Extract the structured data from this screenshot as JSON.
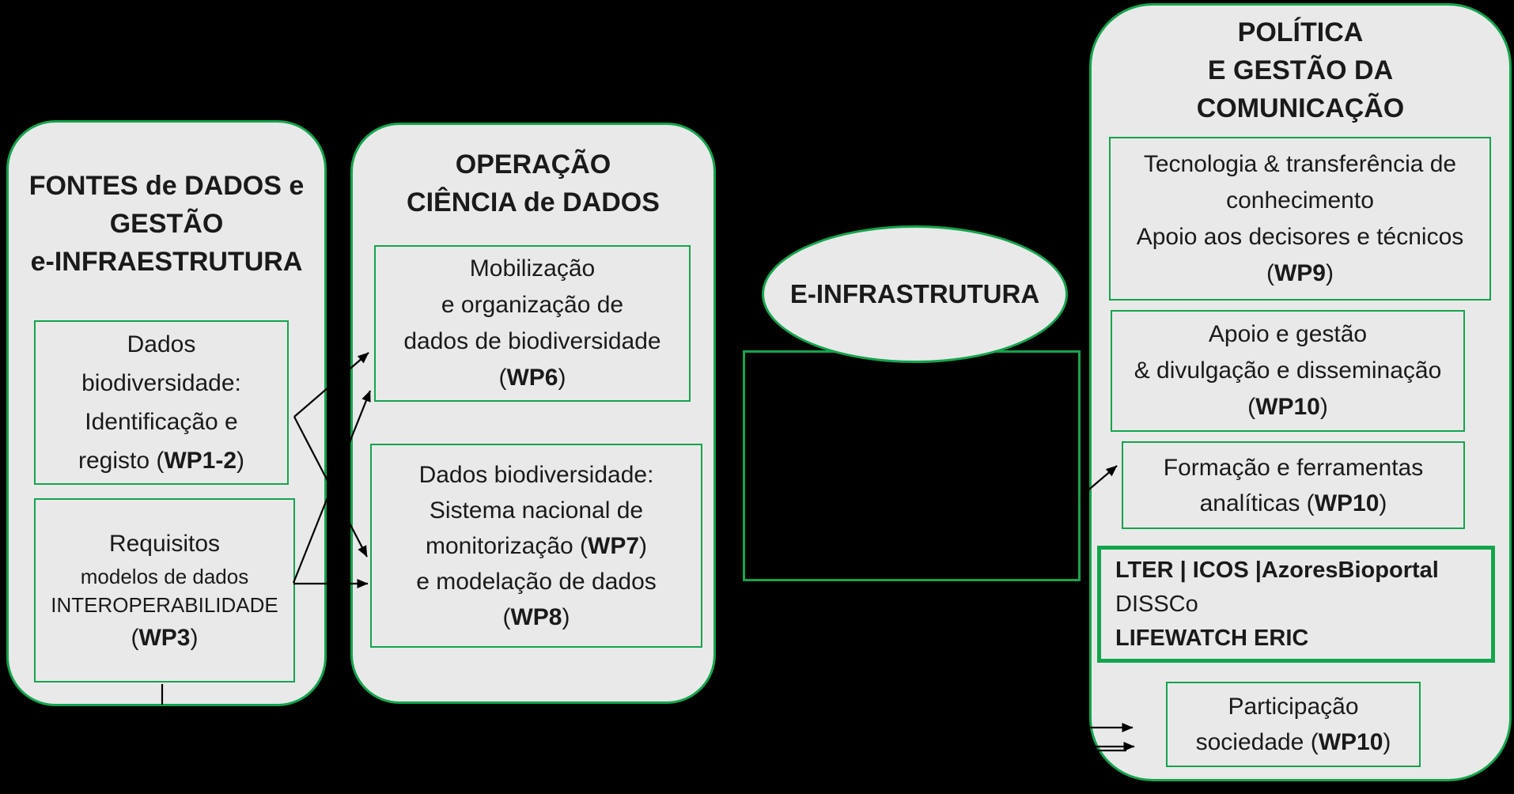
{
  "colors": {
    "background": "#000000",
    "panel_fill": "#E9E9E9",
    "border_green": "#14A44D",
    "text": "#1A1A1A",
    "connector": "#000000"
  },
  "left_panel": {
    "title": [
      "FONTES de DADOS e",
      "GESTÃO",
      "e-INFRAESTRUTURA"
    ],
    "box_wp12": {
      "lines": [
        {
          "pre": "Dados"
        },
        {
          "pre": "biodiversidade:"
        },
        {
          "pre": "Identificação e"
        },
        {
          "pre": "registo (",
          "bold": "WP1-2",
          "post": ")"
        }
      ]
    },
    "box_wp3": {
      "lines": [
        {
          "pre": "Requisitos"
        },
        {
          "pre": "modelos de dados"
        },
        {
          "pre": "INTEROPERABILIDADE"
        },
        {
          "pre": "(",
          "bold": "WP3",
          "post": ")"
        }
      ]
    }
  },
  "middle_panel": {
    "title": [
      "OPERAÇÃO",
      "CIÊNCIA de DADOS"
    ],
    "box_wp6": {
      "lines": [
        {
          "pre": "Mobilização"
        },
        {
          "pre": "e organização de"
        },
        {
          "pre": "dados de biodiversidade"
        },
        {
          "pre": "(",
          "bold": "WP6",
          "post": ")"
        }
      ]
    },
    "box_wp78": {
      "lines": [
        {
          "pre": "Dados biodiversidade:"
        },
        {
          "pre": "Sistema nacional de"
        },
        {
          "pre": "monitorização (",
          "bold": "WP7",
          "post": ")"
        },
        {
          "pre": "e modelação de dados"
        },
        {
          "pre": "(",
          "bold": "WP8",
          "post": ")"
        }
      ]
    }
  },
  "center": {
    "ellipse_label": "E-INFRASTRUTURA"
  },
  "right_panel": {
    "title": [
      "POLÍTICA",
      "E GESTÃO DA",
      "COMUNICAÇÃO"
    ],
    "box_wp9": {
      "lines": [
        {
          "pre": "Tecnologia & transferência de"
        },
        {
          "pre": "conhecimento"
        },
        {
          "pre": "Apoio aos decisores e técnicos"
        },
        {
          "pre": "(",
          "bold": "WP9",
          "post": ")"
        }
      ]
    },
    "box_wp10_apoio": {
      "lines": [
        {
          "pre": "Apoio e gestão"
        },
        {
          "pre": "& divulgação e disseminação"
        },
        {
          "pre": "(",
          "bold": "WP10",
          "post": ")"
        }
      ]
    },
    "box_wp10_formacao": {
      "lines": [
        {
          "pre": "Formação e ferramentas"
        },
        {
          "pre": "analíticas (",
          "bold": "WP10",
          "post": ")"
        }
      ]
    },
    "box_networks": {
      "lines": [
        {
          "bold": "LTER | ICOS |AzoresBioportal"
        },
        {
          "pre": "DISSCo"
        },
        {
          "bold": "LIFEWATCH ERIC"
        }
      ]
    },
    "box_wp10_participacao": {
      "lines": [
        {
          "pre": "Participação"
        },
        {
          "pre": "sociedade (",
          "bold": "WP10",
          "post": ")"
        }
      ]
    }
  }
}
